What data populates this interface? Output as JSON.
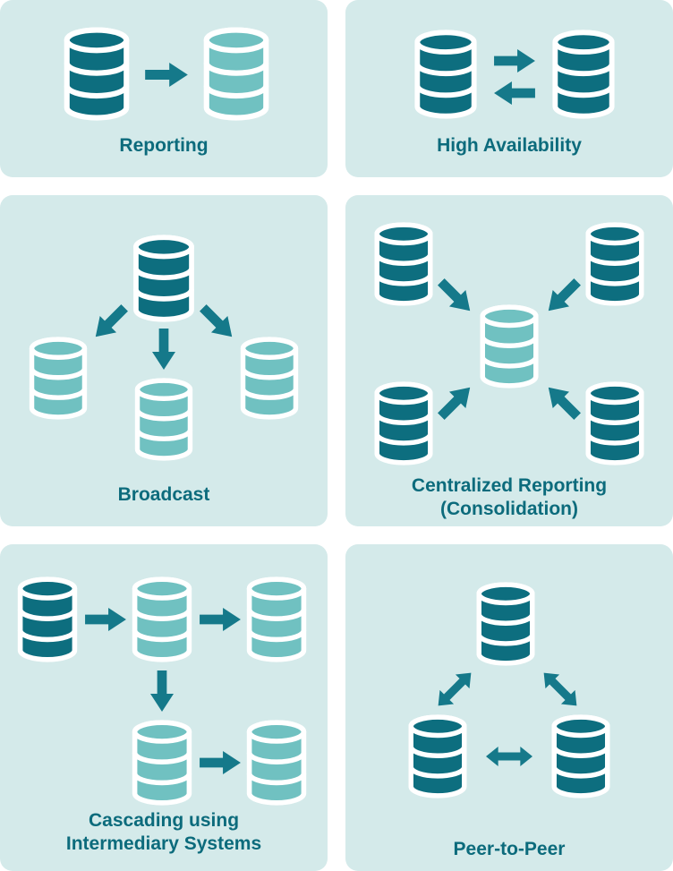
{
  "colors": {
    "page_background": "#ffffff",
    "panel_background": "#d4eaea",
    "database_dark": "#0d6e7f",
    "database_light": "#70c1c1",
    "arrow": "#15798a",
    "label_text": "#0c6b7c"
  },
  "icons": {
    "database": "db-cylinder-3-band",
    "arrow": "solid-block-arrow",
    "double_arrow": "double-headed-block-arrow"
  },
  "panels": [
    {
      "id": "reporting",
      "label_lines": [
        "Reporting"
      ],
      "databases": [
        {
          "variant": "dark"
        },
        {
          "variant": "light"
        }
      ],
      "arrows": [
        {
          "type": "single",
          "direction": "right"
        }
      ]
    },
    {
      "id": "high-availability",
      "label_lines": [
        "High Availability"
      ],
      "databases": [
        {
          "variant": "dark"
        },
        {
          "variant": "dark"
        }
      ],
      "arrows": [
        {
          "type": "single",
          "direction": "right"
        },
        {
          "type": "single",
          "direction": "left"
        }
      ]
    },
    {
      "id": "broadcast",
      "label_lines": [
        "Broadcast"
      ],
      "databases": [
        {
          "variant": "dark",
          "position": "top-center"
        },
        {
          "variant": "light",
          "position": "bottom-left"
        },
        {
          "variant": "light",
          "position": "bottom-center"
        },
        {
          "variant": "light",
          "position": "bottom-right"
        }
      ],
      "arrows": [
        {
          "type": "single",
          "direction": "down-left"
        },
        {
          "type": "single",
          "direction": "down"
        },
        {
          "type": "single",
          "direction": "down-right"
        }
      ]
    },
    {
      "id": "centralized-reporting",
      "label_lines": [
        "Centralized Reporting",
        "(Consolidation)"
      ],
      "databases": [
        {
          "variant": "dark",
          "position": "top-left"
        },
        {
          "variant": "dark",
          "position": "top-right"
        },
        {
          "variant": "dark",
          "position": "bottom-left"
        },
        {
          "variant": "dark",
          "position": "bottom-right"
        },
        {
          "variant": "light",
          "position": "center"
        }
      ],
      "arrows": [
        {
          "type": "single",
          "direction": "down-right"
        },
        {
          "type": "single",
          "direction": "down-left"
        },
        {
          "type": "single",
          "direction": "up-right"
        },
        {
          "type": "single",
          "direction": "up-left"
        }
      ]
    },
    {
      "id": "cascading",
      "label_lines": [
        "Cascading using",
        "Intermediary Systems"
      ],
      "databases": [
        {
          "variant": "dark",
          "position": "top-left"
        },
        {
          "variant": "light",
          "position": "top-center"
        },
        {
          "variant": "light",
          "position": "top-right"
        },
        {
          "variant": "light",
          "position": "bottom-center"
        },
        {
          "variant": "light",
          "position": "bottom-right"
        }
      ],
      "arrows": [
        {
          "type": "single",
          "direction": "right"
        },
        {
          "type": "single",
          "direction": "right"
        },
        {
          "type": "single",
          "direction": "down"
        },
        {
          "type": "single",
          "direction": "right"
        }
      ]
    },
    {
      "id": "peer-to-peer",
      "label_lines": [
        "Peer-to-Peer"
      ],
      "databases": [
        {
          "variant": "dark",
          "position": "top-center"
        },
        {
          "variant": "dark",
          "position": "bottom-left"
        },
        {
          "variant": "dark",
          "position": "bottom-right"
        }
      ],
      "arrows": [
        {
          "type": "double",
          "direction": "diagonal-left"
        },
        {
          "type": "double",
          "direction": "diagonal-right"
        },
        {
          "type": "double",
          "direction": "horizontal"
        }
      ]
    }
  ]
}
